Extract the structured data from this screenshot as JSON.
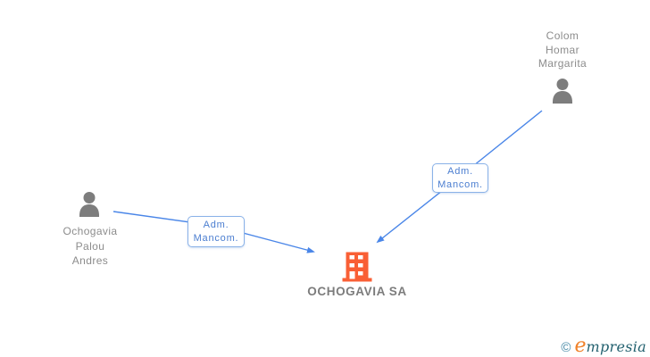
{
  "diagram": {
    "nodes": {
      "person_right": {
        "name": "Colom\nHomar\nMargarita"
      },
      "person_left": {
        "name": "Ochogavia\nPalou\nAndres"
      },
      "company": {
        "name": "OCHOGAVIA SA"
      }
    },
    "edges": [
      {
        "from": "Ochogavia Palou Andres",
        "to": "OCHOGAVIA SA",
        "label": "Adm.\nMancom."
      },
      {
        "from": "Colom Homar Margarita",
        "to": "OCHOGAVIA SA",
        "label": "Adm.\nMancom."
      }
    ]
  },
  "footer": {
    "copyright": "©",
    "brand_initial": "e",
    "brand_rest": "mpresia"
  },
  "colors": {
    "edge-blue": "#4a86e8",
    "label-border": "#8ab2e8",
    "label-text": "#4a7dd0",
    "person-gray": "#7d7d7d",
    "name-gray": "#8c8c8c",
    "company-title": "#7c7c7c",
    "building-orange": "#f95f35",
    "brand-orange": "#f0822a",
    "brand-teal": "#23616f",
    "copyright-teal": "#3f85a3"
  }
}
